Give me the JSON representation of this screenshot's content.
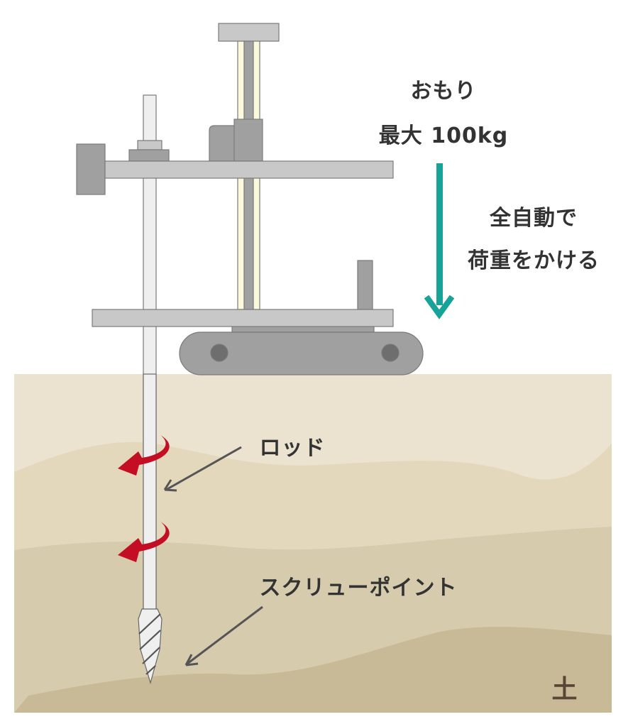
{
  "labels": {
    "weight_line1": "おもり",
    "weight_line2": "最大 100kg",
    "auto_line1": "全自動で",
    "auto_line2": "荷重をかける",
    "rod": "ロッド",
    "screw_point": "スクリューポイント",
    "soil": "土"
  },
  "colors": {
    "load_arrow": "#17a398",
    "rotation_arrow": "#c40e24",
    "soil_text": "#5a4636",
    "machine_gray": "#a0a0a0",
    "beam_gray": "#c8c8c8"
  }
}
